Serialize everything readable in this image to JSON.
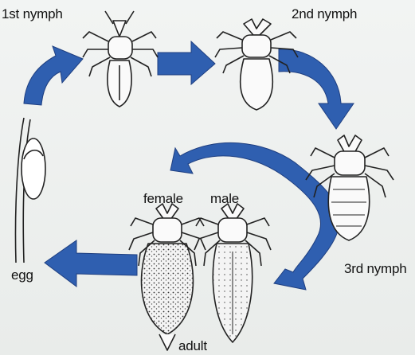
{
  "diagram": {
    "labels": {
      "nymph1": "1st nymph",
      "nymph2": "2nd nymph",
      "nymph3": "3rd nymph",
      "female": "female",
      "male": "male",
      "adult": "adult",
      "egg": "egg"
    },
    "colors": {
      "arrow": "#2f5fb0",
      "arrow_edge": "#1f3f80",
      "ink": "#222222",
      "background": "#eef0ef"
    }
  }
}
